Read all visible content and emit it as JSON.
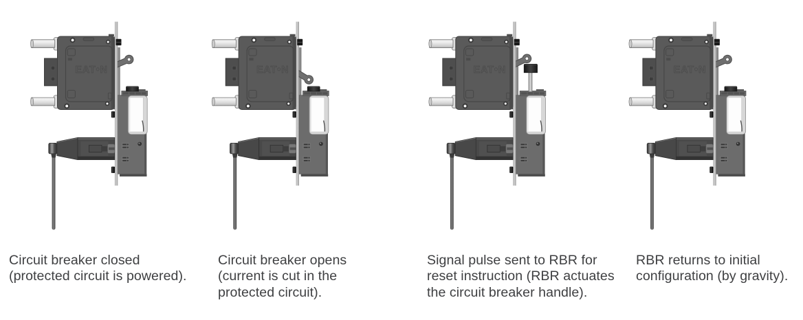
{
  "figure": {
    "brand_logo_text": "EAT•N",
    "steps": [
      {
        "id": 1,
        "caption": "Circuit breaker closed\n(protected circuit is powered).",
        "breaker_state": "closed",
        "handle_position": "up",
        "rbr_plunger": "retracted"
      },
      {
        "id": 2,
        "caption": "Circuit breaker opens\n(current is cut in the\nprotected circuit).",
        "breaker_state": "open",
        "handle_position": "down",
        "rbr_plunger": "retracted"
      },
      {
        "id": 3,
        "caption": "Signal pulse sent to RBR for\nreset instruction (RBR actuates\nthe circuit breaker handle).",
        "breaker_state": "resetting",
        "handle_position": "up",
        "rbr_plunger": "extended"
      },
      {
        "id": 4,
        "caption": "RBR returns to initial\nconfiguration (by gravity).",
        "breaker_state": "closed",
        "handle_position": "up",
        "rbr_plunger": "retracted"
      }
    ]
  }
}
